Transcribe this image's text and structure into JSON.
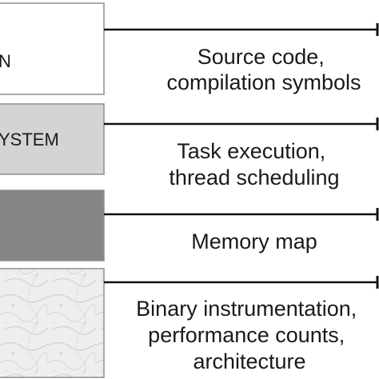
{
  "layers": [
    {
      "label": "N",
      "fill": "#ffffff",
      "description": [
        "Source code,",
        "compilation symbols"
      ]
    },
    {
      "label": "YSTEM",
      "fill": "#d4d4d4",
      "description": [
        "Task execution,",
        "thread scheduling"
      ]
    },
    {
      "label": "",
      "fill": "#858585",
      "description": [
        "Memory map"
      ]
    },
    {
      "label": "",
      "fill": "#efefef",
      "texture": "marble",
      "description": [
        "Binary instrumentation,",
        "performance counts,",
        "architecture"
      ]
    }
  ],
  "colors": {
    "stroke": "#8f8f8f",
    "arrow": "#111111",
    "text": "#1a1a1a"
  }
}
